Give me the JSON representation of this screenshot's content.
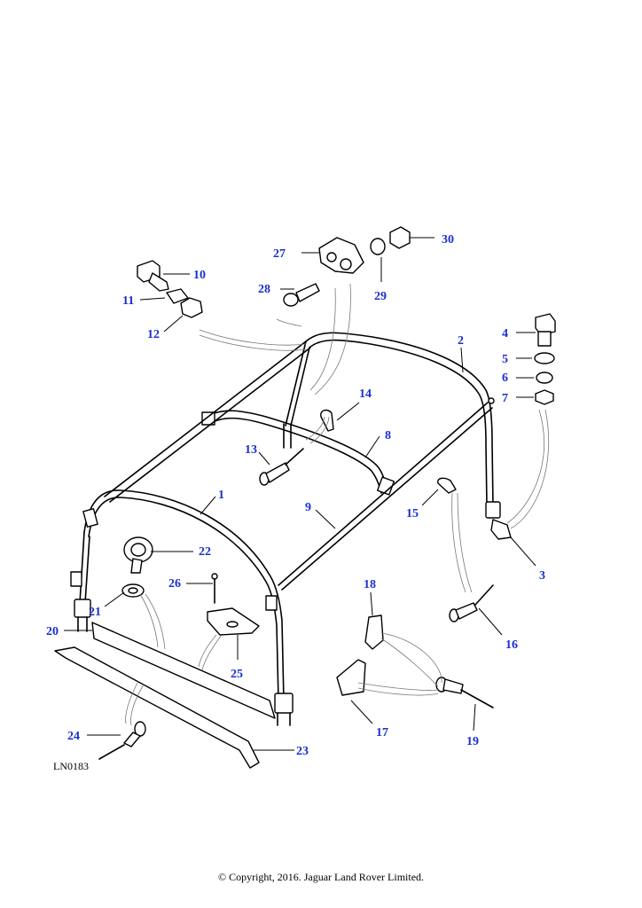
{
  "diagram_ref": "LN0183",
  "copyright": "© Copyright, 2016. Jaguar Land Rover Limited.",
  "accent_color": "#1a2fd0",
  "callouts": {
    "c1": "1",
    "c2": "2",
    "c3": "3",
    "c4": "4",
    "c5": "5",
    "c6": "6",
    "c7": "7",
    "c8": "8",
    "c9": "9",
    "c10": "10",
    "c11": "11",
    "c12": "12",
    "c13": "13",
    "c14": "14",
    "c15": "15",
    "c16": "16",
    "c17": "17",
    "c18": "18",
    "c19": "19",
    "c20": "20",
    "c21": "21",
    "c22": "22",
    "c23": "23",
    "c24": "24",
    "c25": "25",
    "c26": "26",
    "c27": "27",
    "c28": "28",
    "c29": "29",
    "c30": "30"
  }
}
